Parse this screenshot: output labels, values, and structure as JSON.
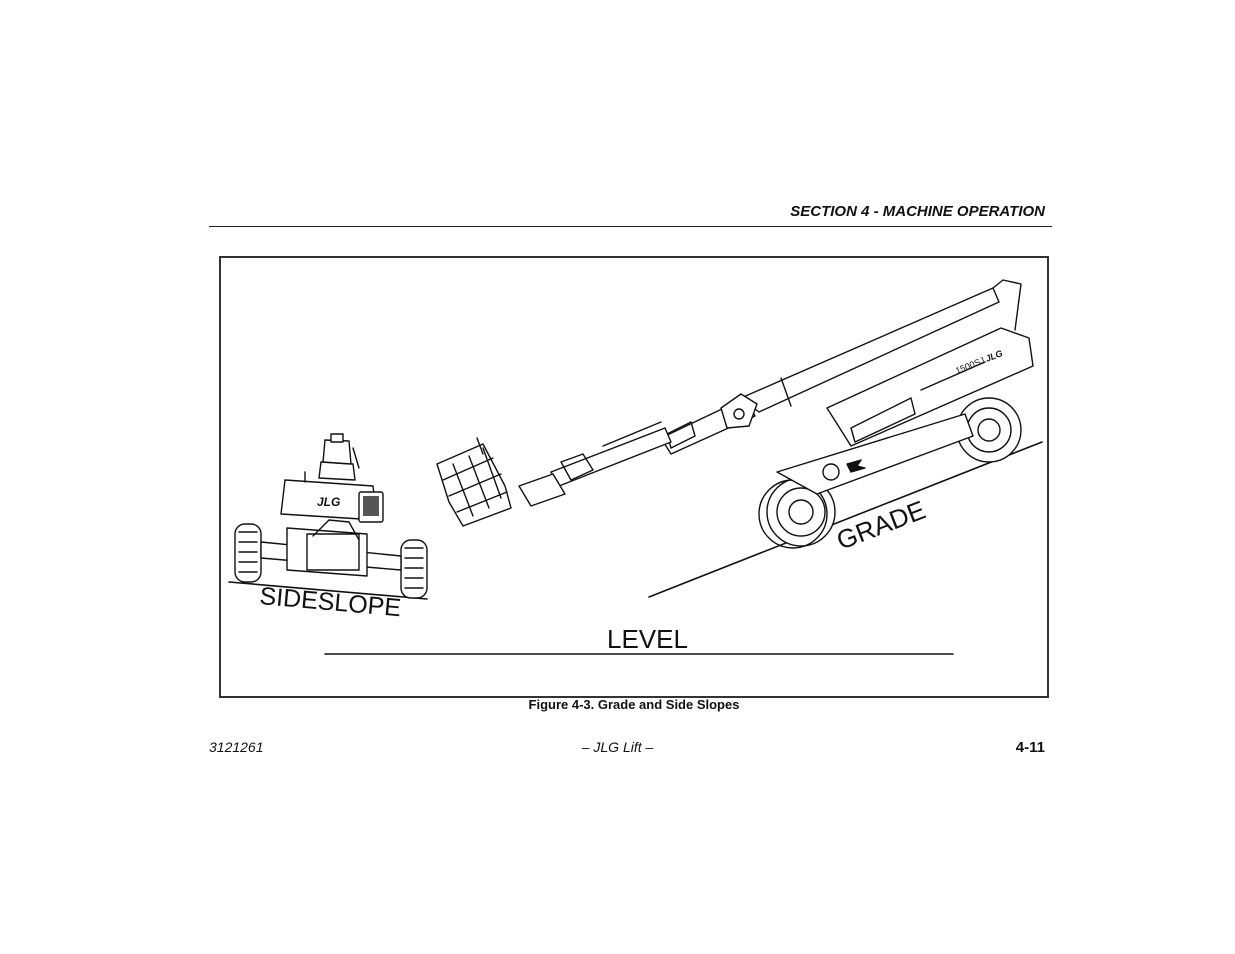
{
  "header": {
    "section_title": "SECTION 4 - MACHINE OPERATION"
  },
  "figure": {
    "labels": {
      "level": "LEVEL",
      "grade": "GRADE",
      "sideslope": "SIDESLOPE"
    },
    "machine_model": "1500SJ",
    "brand_mark": "JLG",
    "caption": "Figure 4-3. Grade and Side Slopes"
  },
  "footer": {
    "doc_number": "3121261",
    "center_text": "– JLG Lift –",
    "page_number": "4-11"
  }
}
